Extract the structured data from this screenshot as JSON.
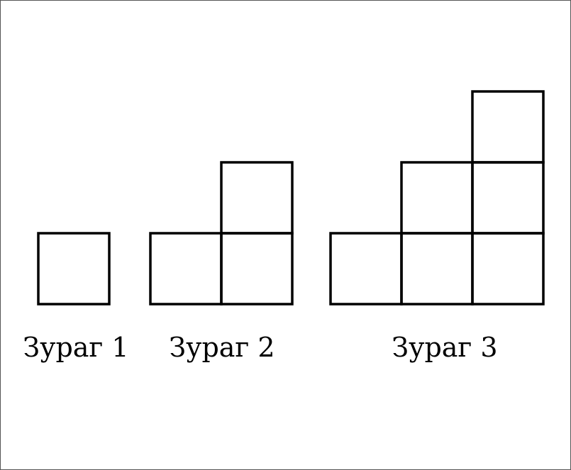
{
  "colors": {
    "stroke": "#000000",
    "background": "#ffffff"
  },
  "figures": [
    {
      "label": "Зураг 1",
      "columns": [
        1
      ]
    },
    {
      "label": "Зураг 2",
      "columns": [
        1,
        2
      ]
    },
    {
      "label": "Зураг 3",
      "columns": [
        1,
        2,
        3
      ]
    }
  ]
}
